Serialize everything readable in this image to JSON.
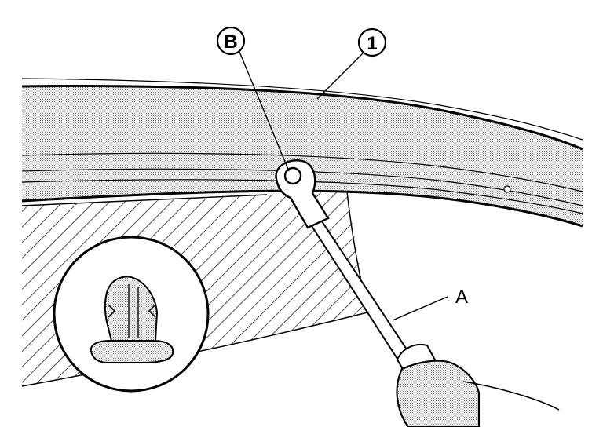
{
  "callouts": {
    "part_number": "1",
    "clip_letter": "B",
    "tool_letter": "A"
  },
  "icons": {
    "clip": "push-clip-icon",
    "tool": "screwdriver-icon"
  },
  "colors": {
    "line": "#000000",
    "background": "#ffffff",
    "stipple": "#9a9a9a",
    "hatch": "#000000"
  }
}
